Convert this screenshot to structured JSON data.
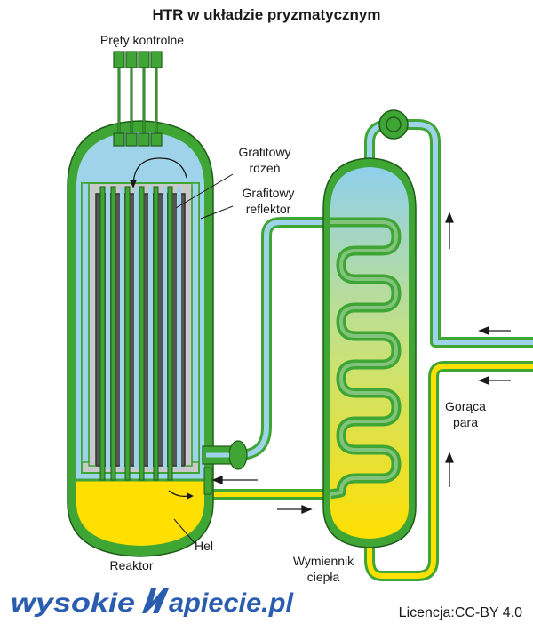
{
  "title": "HTR w układzie pryzmatycznym",
  "labels": {
    "control_rods": "Pręty kontrolne",
    "graphite_core_1": "Grafitowy",
    "graphite_core_2": "rdzeń",
    "graphite_reflector_1": "Grafitowy",
    "graphite_reflector_2": "reflektor",
    "helium": "Hel",
    "reactor": "Reaktor",
    "heat_exchanger_1": "Wymiennik",
    "heat_exchanger_2": "ciepła",
    "hot_steam_1": "Gorąca",
    "hot_steam_2": "para"
  },
  "branding": {
    "logo_left": "wysokie",
    "logo_right": "apiecie.pl",
    "license": "Licencja:CC-BY 4.0"
  },
  "colors": {
    "vessel_green": "#3fa535",
    "vessel_outline": "#1f5e1a",
    "helium_blue": "#9fd3ea",
    "helium_yellow": "#ffe000",
    "graphite_light": "#c9c9c9",
    "graphite_dark": "#555555",
    "logo_blue": "#2a5db0"
  }
}
